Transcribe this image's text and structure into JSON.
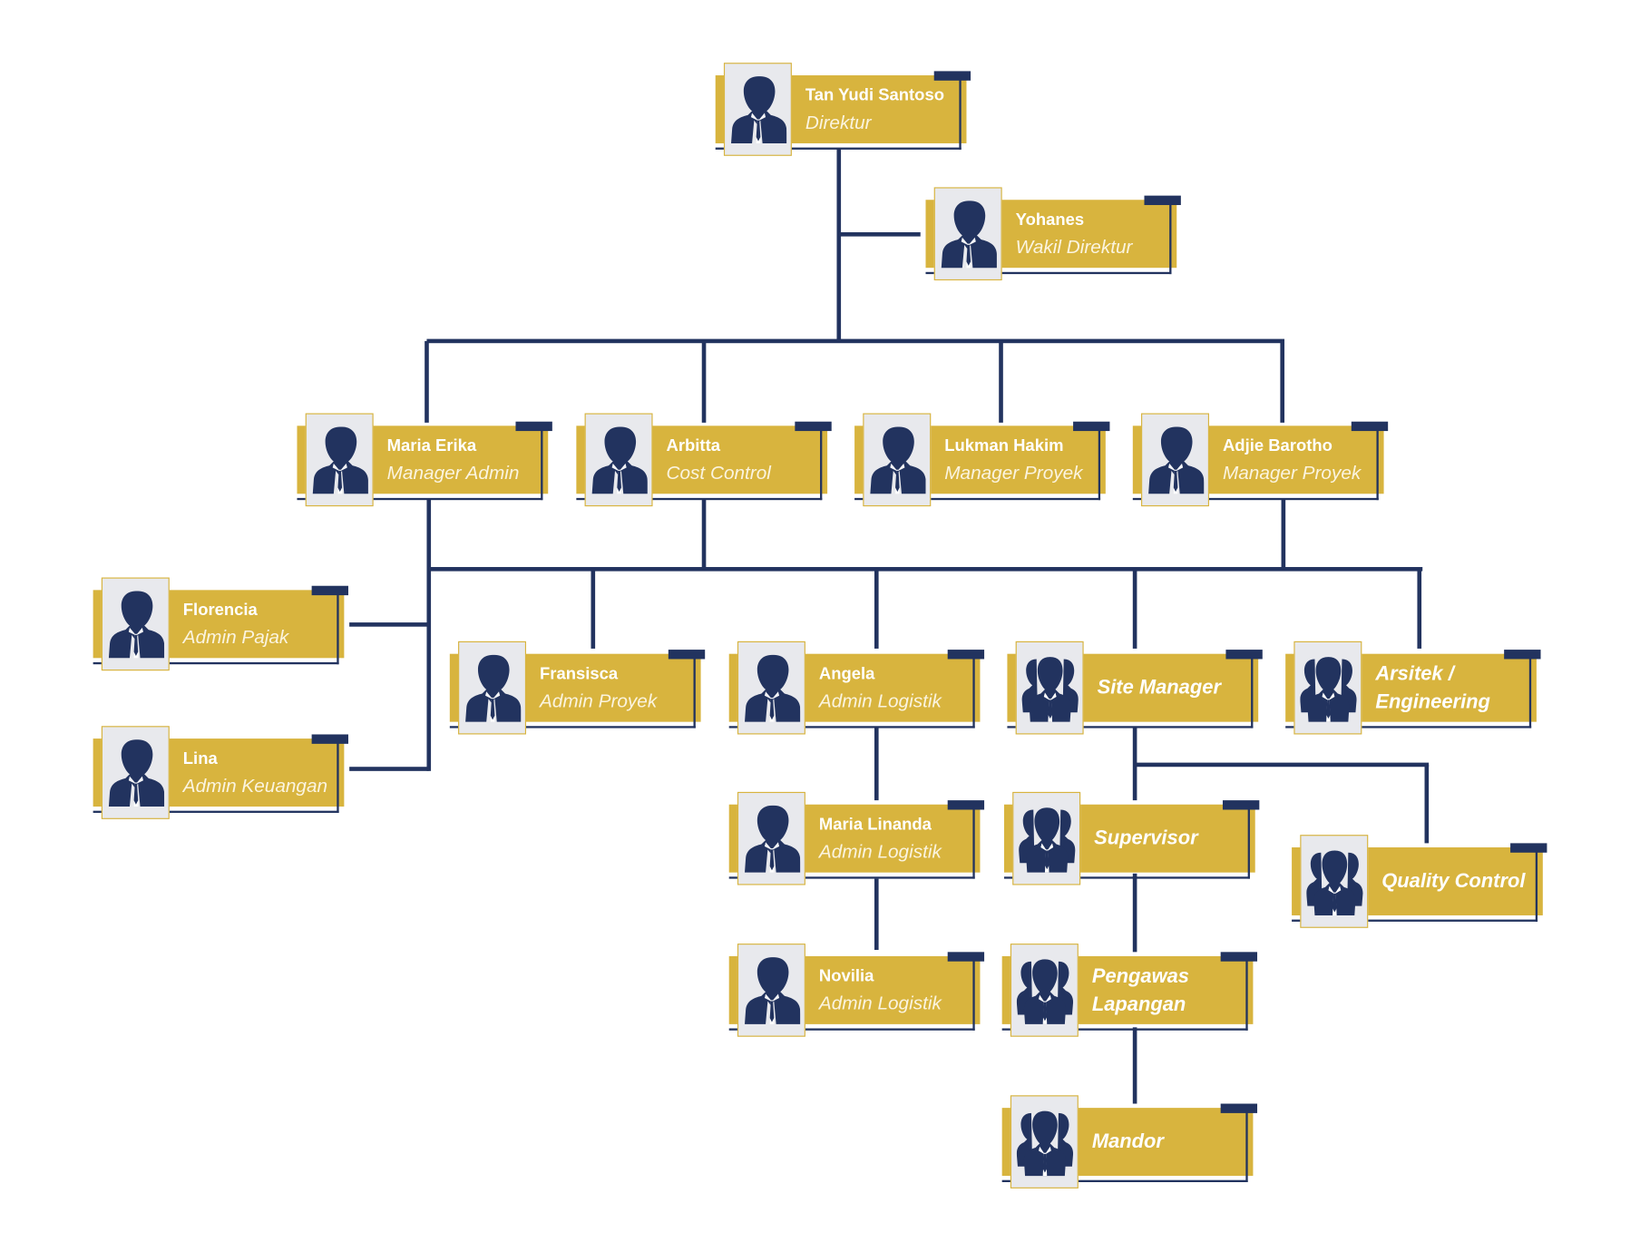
{
  "colors": {
    "gold": "#D8B43E",
    "navy": "#22335F",
    "photo_bg": "#E8E9ED"
  },
  "org_chart": {
    "cards": [
      {
        "id": "tan-yudi-santoso",
        "name": "Tan Yudi Santoso",
        "role": "Direktur",
        "icon": "person-icon"
      },
      {
        "id": "yohanes",
        "name": "Yohanes",
        "role": "Wakil Direktur",
        "icon": "person-icon"
      },
      {
        "id": "maria-erika",
        "name": "Maria Erika",
        "role": "Manager Admin",
        "icon": "person-icon"
      },
      {
        "id": "arbitta",
        "name": "Arbitta",
        "role": "Cost Control",
        "icon": "person-icon"
      },
      {
        "id": "lukman-hakim",
        "name": "Lukman Hakim",
        "role": "Manager Proyek",
        "icon": "person-icon"
      },
      {
        "id": "adjie-barotho",
        "name": "Adjie Barotho",
        "role": "Manager Proyek",
        "icon": "person-icon"
      },
      {
        "id": "florencia",
        "name": "Florencia",
        "role": "Admin Pajak",
        "icon": "person-icon"
      },
      {
        "id": "lina",
        "name": "Lina",
        "role": "Admin Keuangan",
        "icon": "person-icon"
      },
      {
        "id": "fransisca",
        "name": "Fransisca",
        "role": "Admin Proyek",
        "icon": "person-icon"
      },
      {
        "id": "angela",
        "name": "Angela",
        "role": "Admin Logistik",
        "icon": "person-icon"
      },
      {
        "id": "site-manager",
        "title": "Site Manager",
        "icon": "group-icon"
      },
      {
        "id": "arsitek-engineering",
        "title": "Arsitek / Engineering",
        "icon": "group-icon"
      },
      {
        "id": "maria-linanda",
        "name": "Maria Linanda",
        "role": "Admin Logistik",
        "icon": "person-icon"
      },
      {
        "id": "supervisor",
        "title": "Supervisor",
        "icon": "group-icon"
      },
      {
        "id": "quality-control",
        "title": "Quality Control",
        "icon": "group-icon"
      },
      {
        "id": "novilia",
        "name": "Novilia",
        "role": "Admin Logistik",
        "icon": "person-icon"
      },
      {
        "id": "pengawas-lapangan",
        "title": "Pengawas Lapangan",
        "icon": "group-icon"
      },
      {
        "id": "mandor",
        "title": "Mandor",
        "icon": "group-icon"
      }
    ]
  }
}
